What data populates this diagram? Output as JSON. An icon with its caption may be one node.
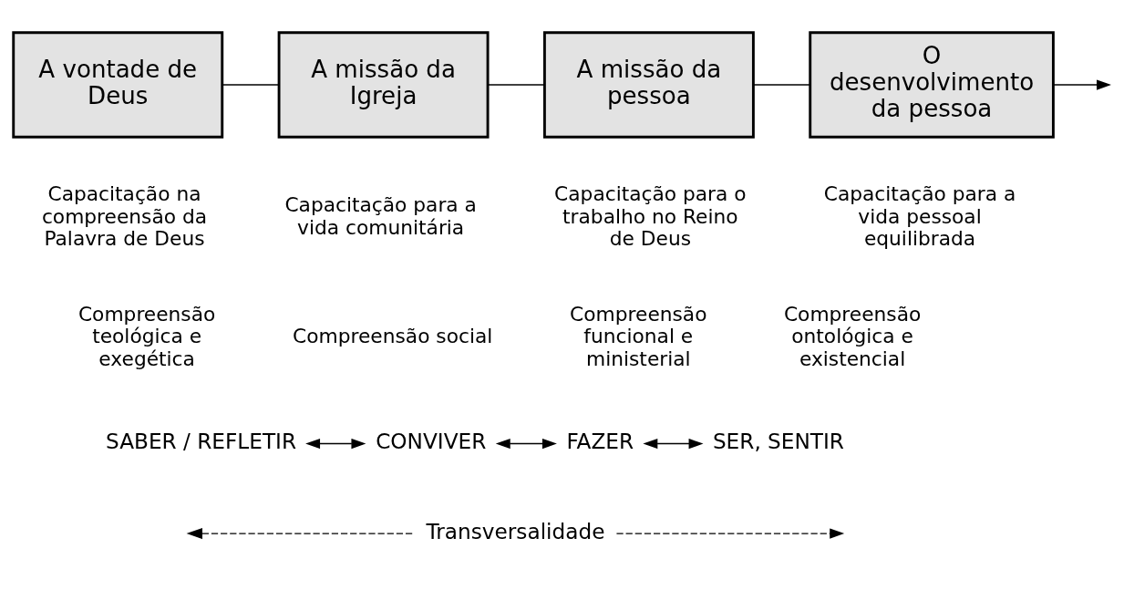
{
  "diagram": {
    "nodes": [
      {
        "text": [
          "A vontade de Deus"
        ]
      },
      {
        "text": [
          "A missão da Igreja"
        ]
      },
      {
        "text": [
          "A missão da pessoa"
        ]
      },
      {
        "text": [
          "O desenvolvimento da pessoa"
        ]
      },
      {
        "text": [
          "SABER / REFLETIR"
        ]
      },
      {
        "text": [
          "CONVIVER"
        ]
      },
      {
        "text": [
          "FAZER"
        ]
      },
      {
        "text": [
          "SER, SENTIR"
        ]
      },
      {
        "text": [
          "Transversalidade"
        ]
      }
    ],
    "edges": [
      {
        "from": 0,
        "to": 1,
        "arrow": "none"
      },
      {
        "from": 1,
        "to": 2,
        "arrow": "none"
      },
      {
        "from": 2,
        "to": 3,
        "arrow": "none"
      },
      {
        "from": 3,
        "to": null,
        "arrow": "to"
      },
      {
        "from": 4,
        "to": 5,
        "arrow": "both"
      },
      {
        "from": 5,
        "to": 6,
        "arrow": "both"
      },
      {
        "from": 6,
        "to": 7,
        "arrow": "both"
      },
      {
        "from": 8,
        "to": null,
        "arrow": "to",
        "style": "dashed"
      },
      {
        "from": 8,
        "to": null,
        "arrow": "to",
        "style": "dashed"
      }
    ],
    "labels": [
      "Capacitação na compreensão da Palavra de Deus",
      "Capacitação para a vida comunitária",
      "Capacitação para o trabalho no Reino de Deus",
      "Capacitação para a vida pessoal equilibrada",
      "Compreensão teológica e exegética",
      "Compreensão social",
      "Compreensão funcional e ministerial",
      "Compreensão ontológica e existencial"
    ]
  }
}
